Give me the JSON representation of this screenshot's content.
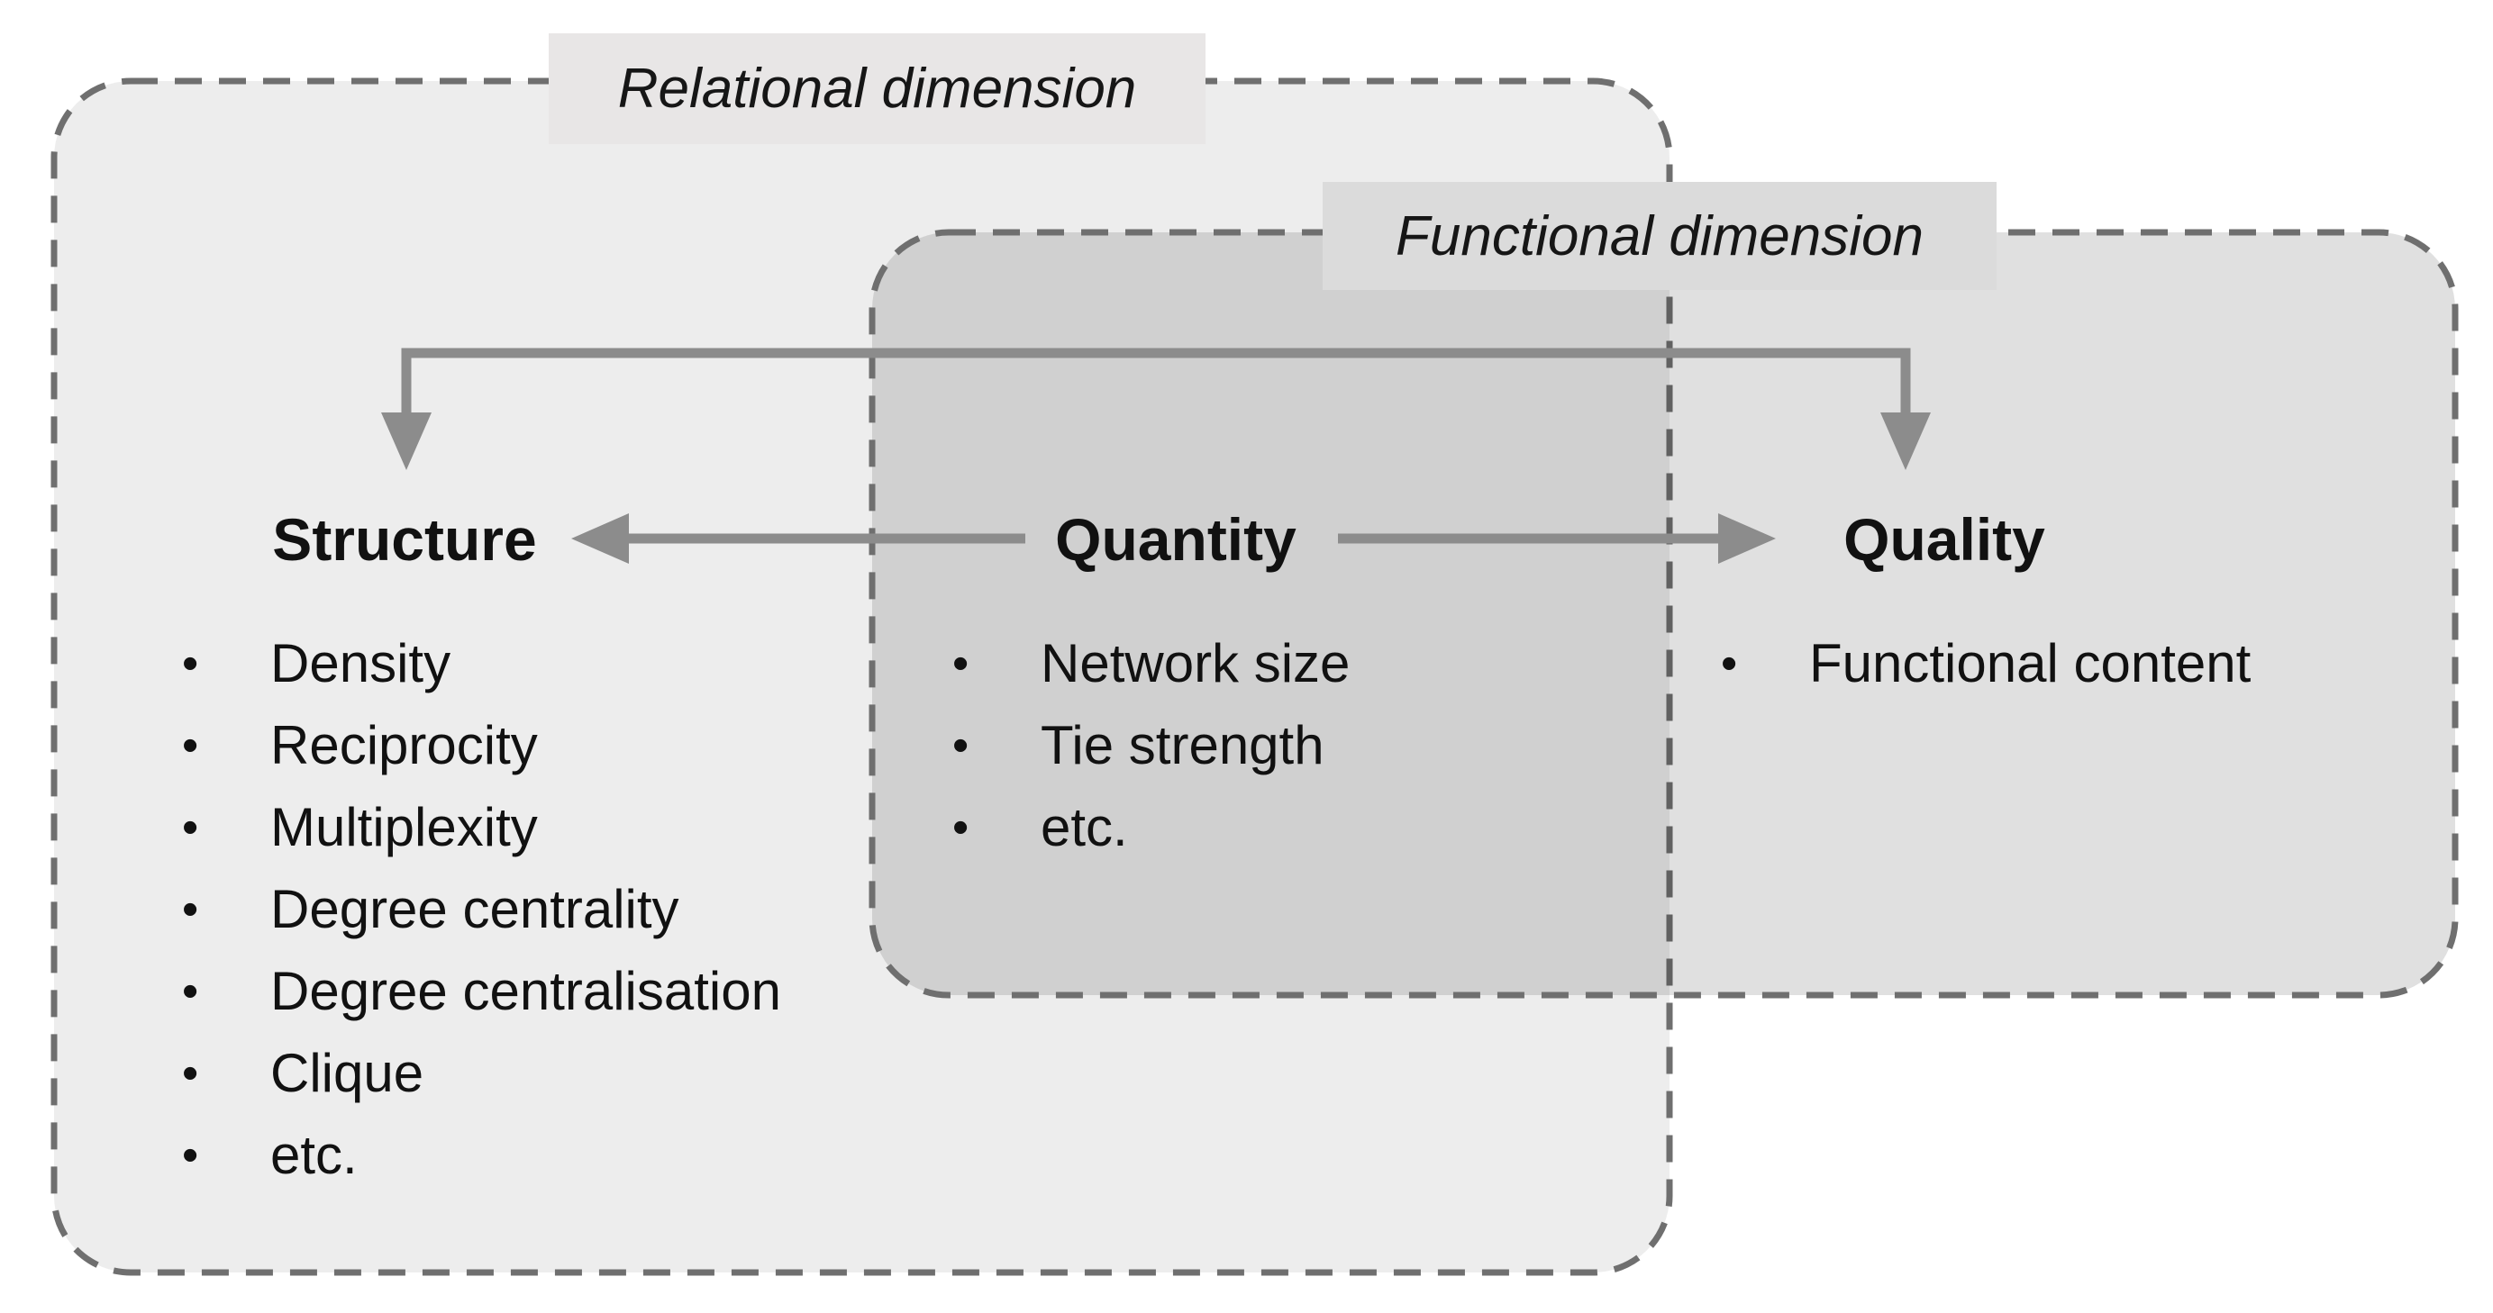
{
  "diagram": {
    "relational_label": "Relational dimension",
    "functional_label": "Functional dimension",
    "columns": [
      {
        "heading": "Structure",
        "items": [
          "Density",
          "Reciprocity",
          "Multiplexity",
          "Degree centrality",
          "Degree centralisation",
          "Clique",
          "etc."
        ]
      },
      {
        "heading": "Quantity",
        "items": [
          "Network size",
          "Tie strength",
          "etc."
        ]
      },
      {
        "heading": "Quality",
        "items": [
          "Functional content"
        ]
      }
    ],
    "arrows": [
      "top-connector-from-quantity-to-structure-and-quality",
      "quantity-to-structure",
      "quantity-to-quality"
    ],
    "colors": {
      "background": "#ffffff",
      "relational_box_fill": "#ececec",
      "functional_box_fill": "#dedede",
      "overlap_fill": "#d3d3d3",
      "dashed_border": "#6f6f6f",
      "arrow": "#8c8c8c",
      "relational_label_bg": "#e8e6e6",
      "functional_label_bg": "#dbdbdb",
      "text": "#111111"
    }
  }
}
